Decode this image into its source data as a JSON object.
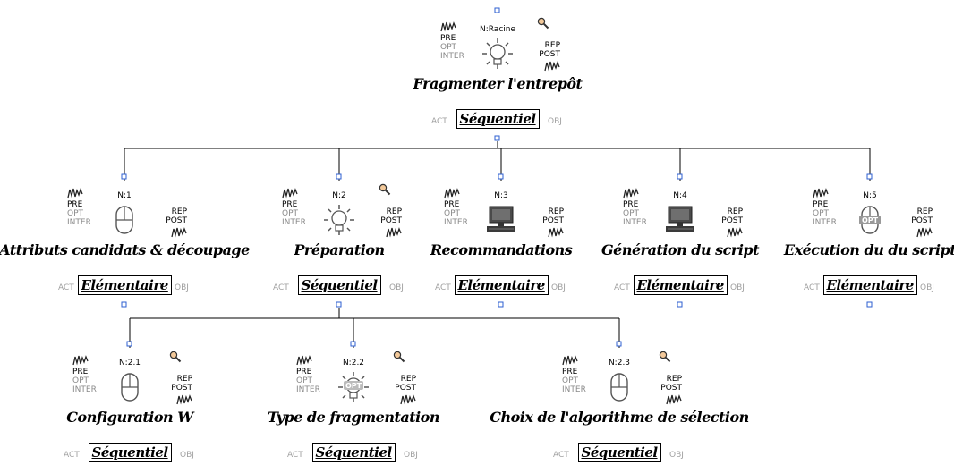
{
  "labels": {
    "pre": "PRE",
    "opt": "OPT",
    "inter": "INTER",
    "rep": "REP",
    "post": "POST",
    "act": "ACT",
    "obj": "OBJ"
  },
  "nodes": [
    {
      "key": "root",
      "id_label": "N:Racine",
      "title": "Fragmenter l'entrepôt",
      "operator": "Séquentiel",
      "icon": "lightbulb-icon",
      "has_rep_icon": true
    },
    {
      "key": "n1",
      "id_label": "N:1",
      "title": "Attributs candidats & découpage",
      "operator": "Elémentaire",
      "icon": "mouse-icon",
      "has_rep_icon": false
    },
    {
      "key": "n2",
      "id_label": "N:2",
      "title": "Préparation",
      "operator": "Séquentiel",
      "icon": "lightbulb-icon",
      "has_rep_icon": true
    },
    {
      "key": "n3",
      "id_label": "N:3",
      "title": "Recommandations",
      "operator": "Elémentaire",
      "icon": "computer-icon",
      "has_rep_icon": false
    },
    {
      "key": "n4",
      "id_label": "N:4",
      "title": "Génération du script",
      "operator": "Elémentaire",
      "icon": "computer-icon",
      "has_rep_icon": false
    },
    {
      "key": "n5",
      "id_label": "N:5",
      "title": "Exécution du  du script",
      "operator": "Elémentaire",
      "icon": "opt-mouse-icon",
      "has_rep_icon": false
    },
    {
      "key": "n21",
      "id_label": "N:2.1",
      "title": "Configuration W",
      "operator": "Séquentiel",
      "icon": "mouse-icon",
      "has_rep_icon": true
    },
    {
      "key": "n22",
      "id_label": "N:2.2",
      "title": "Type de fragmentation",
      "operator": "Séquentiel",
      "icon": "opt-lightbulb-icon",
      "has_rep_icon": true
    },
    {
      "key": "n23",
      "id_label": "N:2.3",
      "title": "Choix de l'algorithme de sélection",
      "operator": "Séquentiel",
      "icon": "mouse-icon",
      "has_rep_icon": true
    }
  ],
  "edges": [
    [
      "root",
      "n1"
    ],
    [
      "root",
      "n2"
    ],
    [
      "root",
      "n3"
    ],
    [
      "root",
      "n4"
    ],
    [
      "root",
      "n5"
    ],
    [
      "n2",
      "n21"
    ],
    [
      "n2",
      "n22"
    ],
    [
      "n2",
      "n23"
    ]
  ],
  "colors": {
    "port": "#2e5fd0",
    "muted": "#8a8a8a",
    "line": "#000000"
  }
}
